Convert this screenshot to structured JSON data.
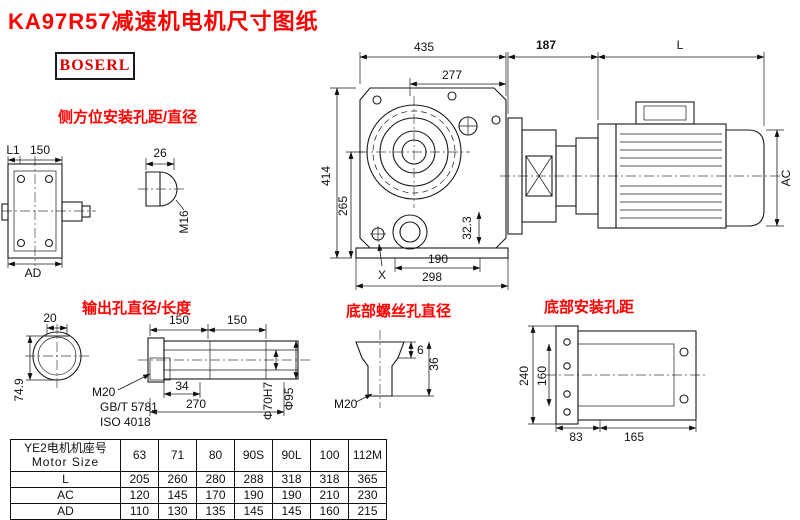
{
  "title": "KA97R57减速机电机尺寸图纸",
  "logo": "BOSERL",
  "labels": {
    "side_mount": "侧方位安装孔距/直径",
    "output_hole": "输出孔直径/长度",
    "bottom_screw": "底部螺丝孔直径",
    "bottom_mount": "底部安装孔距"
  },
  "dims": {
    "front_view": {
      "w435": "435",
      "w277": "277",
      "h414": "414",
      "h265": "265",
      "d32": "32.3",
      "w190": "190",
      "w298": "298",
      "x_mark": "X"
    },
    "side_view": {
      "w187": "187",
      "len_l": "L",
      "ac": "AC"
    },
    "left_view": {
      "l1": "L1",
      "w150": "150",
      "ad": "AD"
    },
    "shaft_stub": {
      "w26": "26",
      "m16": "M16"
    },
    "output_shaft": {
      "w20": "20",
      "h749": "74.9",
      "seg1": "150",
      "seg2": "150",
      "m20": "M20",
      "std1": "GB/T 5781",
      "std2": "ISO 4018",
      "w34": "34",
      "w270": "270",
      "phi70": "Φ70H7",
      "phi95": "Φ95"
    },
    "bolt": {
      "d6": "6",
      "h36": "36",
      "m20": "M20"
    },
    "mount": {
      "h240": "240",
      "h160": "160",
      "w83": "83",
      "w165": "165"
    }
  },
  "table": {
    "header_cn": "YE2电机机座号",
    "header_en": "Motor Size",
    "columns": [
      "63",
      "71",
      "80",
      "90S",
      "90L",
      "100",
      "112M"
    ],
    "rows": [
      {
        "label": "L",
        "values": [
          "205",
          "260",
          "280",
          "288",
          "318",
          "318",
          "365"
        ]
      },
      {
        "label": "AC",
        "values": [
          "120",
          "145",
          "170",
          "190",
          "190",
          "210",
          "230"
        ]
      },
      {
        "label": "AD",
        "values": [
          "110",
          "130",
          "135",
          "145",
          "145",
          "160",
          "215"
        ]
      }
    ]
  }
}
